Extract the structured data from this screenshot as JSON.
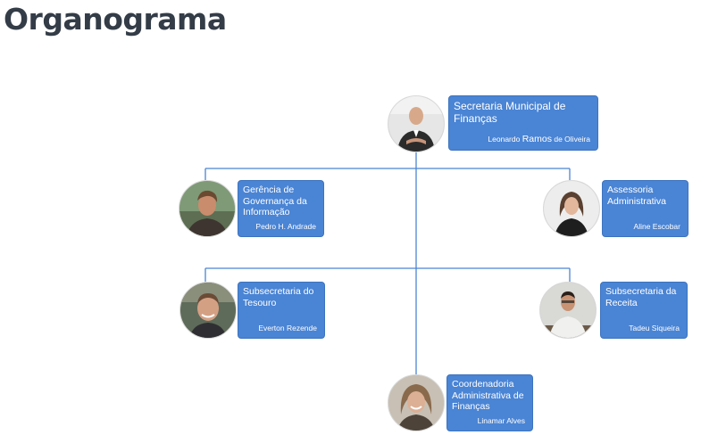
{
  "page": {
    "title": "Organograma"
  },
  "colors": {
    "box": "#4a84d4",
    "line": "#4a84d4",
    "title": "#333c47"
  },
  "org": {
    "root": {
      "title": "Secretaria Municipal de Finanças",
      "name_first": "Leonardo",
      "name_mid": "Ramos",
      "name_last": "de Oliveira"
    },
    "governanca": {
      "title": "Gerência de Governança da Informação",
      "name": "Pedro H. Andrade"
    },
    "assessoria": {
      "title": "Assessoria Administrativa",
      "name": "Aline Escobar"
    },
    "tesouro": {
      "title": "Subsecretaria do Tesouro",
      "name": "Everton Rezende"
    },
    "receita": {
      "title": "Subsecretaria da Receita",
      "name": "Tadeu Siqueira"
    },
    "coordenadoria": {
      "title": "Coordenadoria Administrativa de Finanças",
      "name": "Linamar Alves"
    }
  }
}
